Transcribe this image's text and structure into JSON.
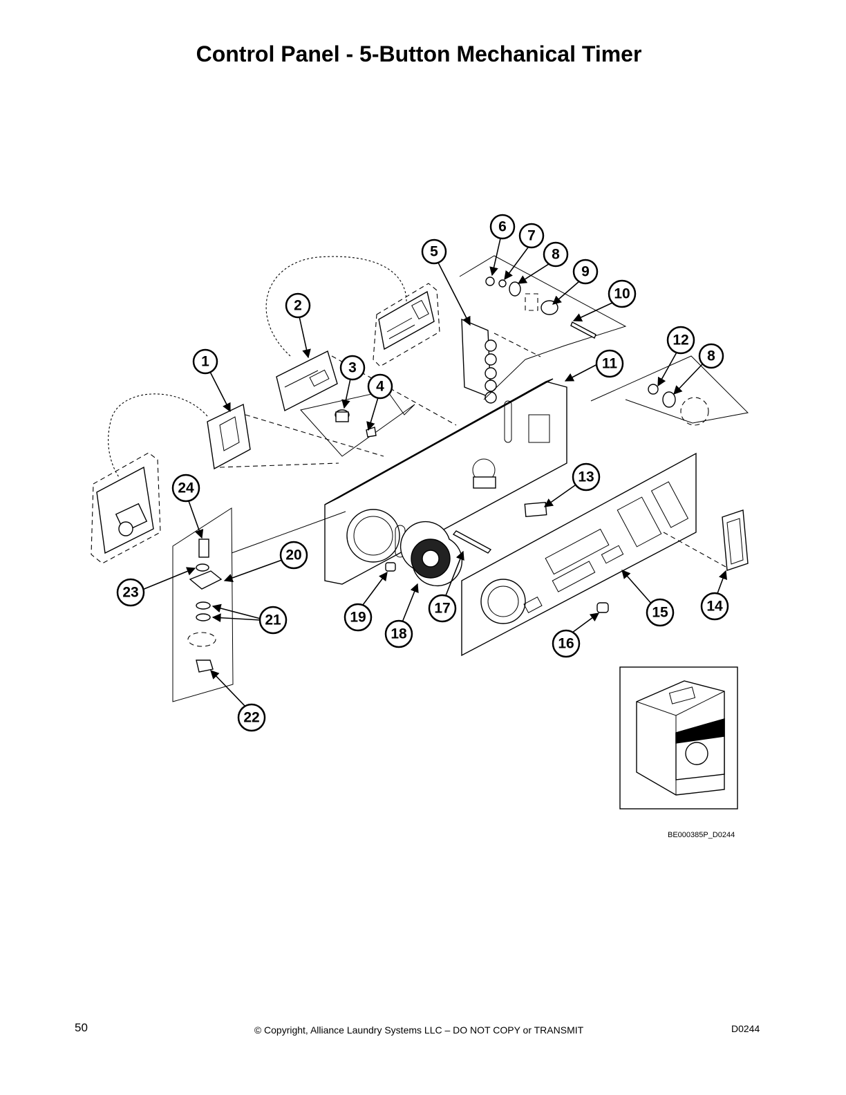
{
  "title": "Control Panel - 5-Button Mechanical Timer",
  "drawing_id": "BE000385P_D0244",
  "footer": {
    "page_number": "50",
    "copyright": "© Copyright, Alliance Laundry Systems LLC – DO NOT COPY or TRANSMIT",
    "doc_code": "D0244"
  },
  "callouts": [
    "1",
    "2",
    "3",
    "4",
    "5",
    "6",
    "7",
    "8",
    "9",
    "10",
    "11",
    "12",
    "8",
    "13",
    "14",
    "15",
    "16",
    "17",
    "18",
    "19",
    "20",
    "21",
    "22",
    "23",
    "24"
  ]
}
